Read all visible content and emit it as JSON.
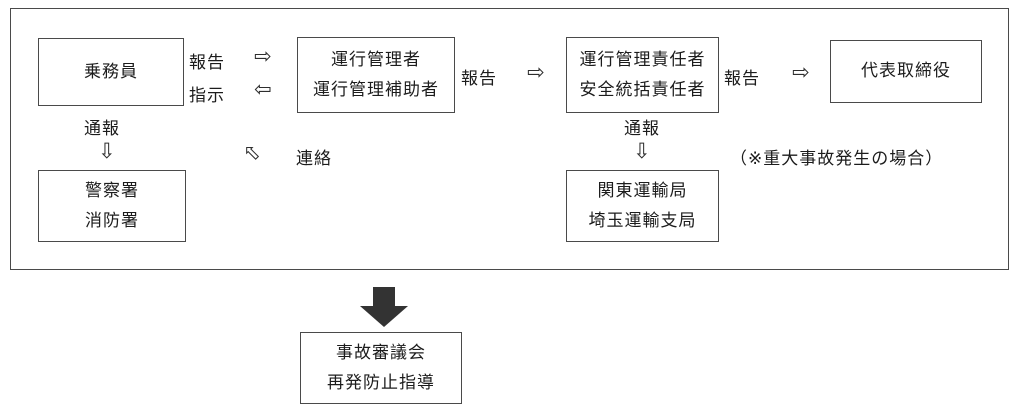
{
  "diagram": {
    "boxes": {
      "crew": {
        "lines": [
          "乗務員"
        ]
      },
      "operation_manager": {
        "lines": [
          "運行管理者",
          "運行管理補助者"
        ]
      },
      "operation_chief": {
        "lines": [
          "運行管理責任者",
          "安全統括責任者"
        ]
      },
      "ceo": {
        "lines": [
          "代表取締役"
        ]
      },
      "police_fire": {
        "lines": [
          "警察署",
          "消防署"
        ]
      },
      "transport_bureau": {
        "lines": [
          "関東運輸局",
          "埼玉運輸支局"
        ]
      },
      "accident_council": {
        "lines": [
          "事故審議会",
          "再発防止指導"
        ]
      }
    },
    "labels": {
      "report_1": "報告",
      "instruction": "指示",
      "report_2": "報告",
      "report_3": "報告",
      "notify_left": "通報",
      "notify_right": "通報",
      "contact": "連絡",
      "note": "（※重大事故発生の場合）"
    },
    "icons": {
      "right_arrow": "⇨",
      "left_arrow": "⇦",
      "down_arrow": "⇩",
      "diagonal_arrow": "⇧"
    },
    "colors": {
      "border": "#4a4a4a",
      "text": "#1c1c1c",
      "solid_arrow": "#333333"
    }
  }
}
